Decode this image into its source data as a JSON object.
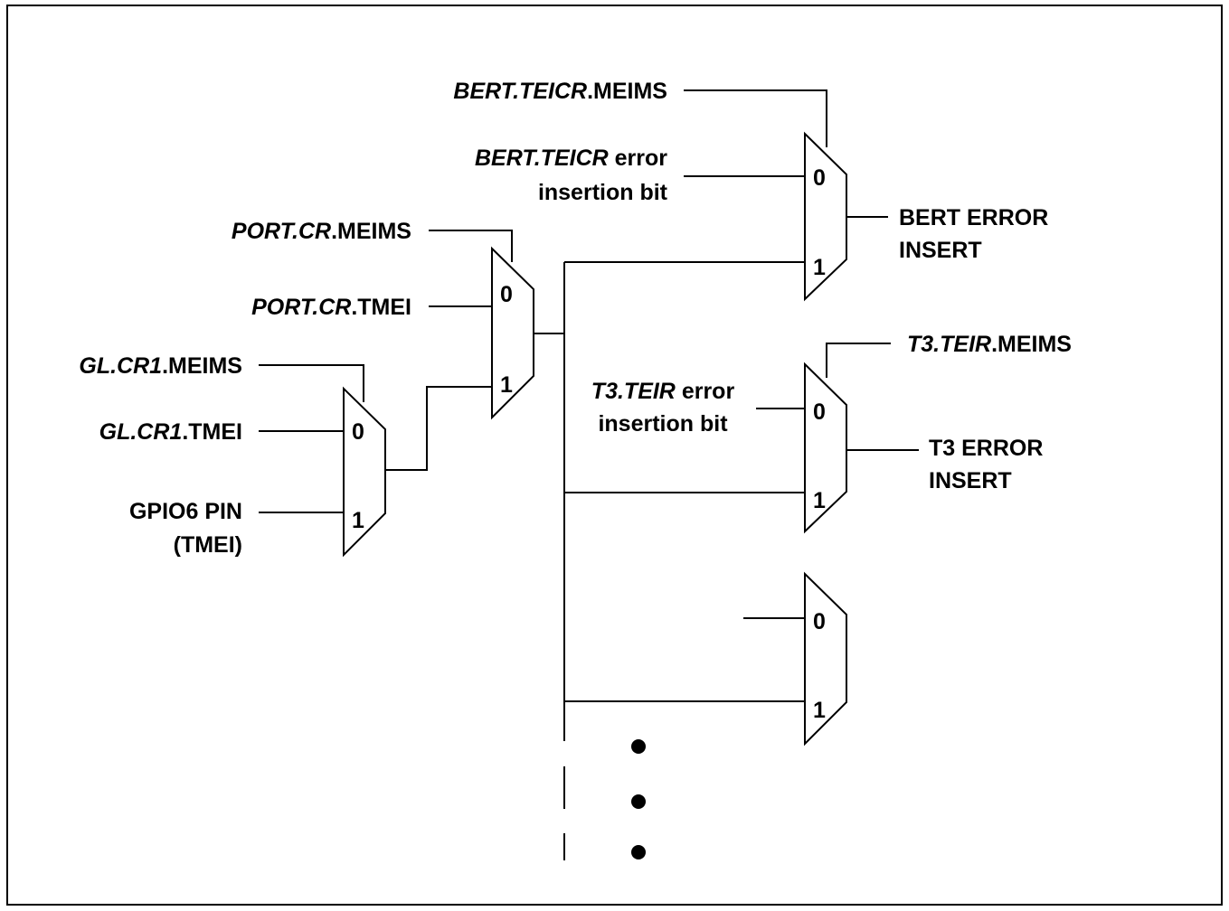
{
  "diagram": {
    "bert_meims": {
      "reg": "BERT.TEICR",
      "field": ".MEIMS"
    },
    "bert_error_bit": {
      "reg": "BERT.TEICR",
      "rest": " error",
      "line2": "insertion bit"
    },
    "bert_out": {
      "line1": "BERT ERROR",
      "line2": "INSERT"
    },
    "port_meims": {
      "reg": "PORT.CR",
      "field": ".MEIMS"
    },
    "port_tmei": {
      "reg": "PORT.CR",
      "field": ".TMEI"
    },
    "gl_meims": {
      "reg": "GL.CR1",
      "field": ".MEIMS"
    },
    "gl_tmei": {
      "reg": "GL.CR1",
      "field": ".TMEI"
    },
    "gpio": {
      "line1": "GPIO6 PIN",
      "line2": "(TMEI)"
    },
    "t3_meims": {
      "reg": "T3.TEIR",
      "field": ".MEIMS"
    },
    "t3_error_bit": {
      "reg": "T3.TEIR",
      "rest": " error",
      "line2": "insertion bit"
    },
    "t3_out": {
      "line1": "T3 ERROR",
      "line2": "INSERT"
    },
    "mux_labels": {
      "in0": "0",
      "in1": "1"
    }
  },
  "colors": {
    "line": "#000000",
    "background": "#ffffff"
  }
}
